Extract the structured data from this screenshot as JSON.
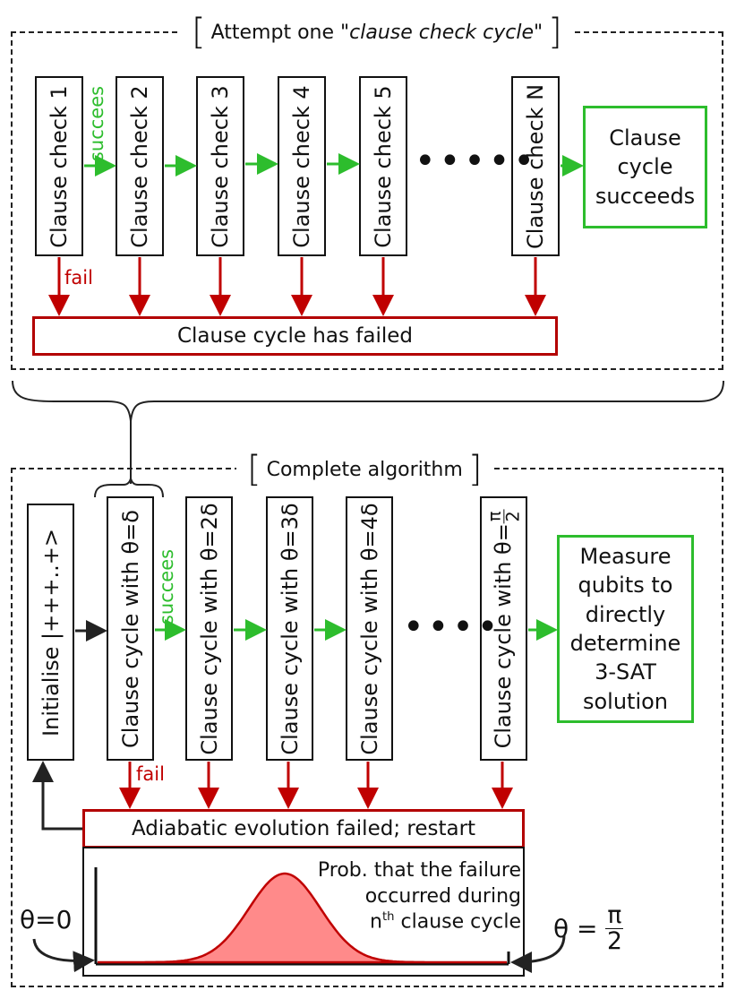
{
  "top_section": {
    "title_prefix": "Attempt one",
    "title_emph": "\"clause check cycle\"",
    "checks": [
      "Clause check 1",
      "Clause check 2",
      "Clause check 3",
      "Clause check 4",
      "Clause check 5",
      "Clause check N"
    ],
    "succeeds_label": "succees",
    "fail_label": "fail",
    "ellipsis": "•••••",
    "success_box": "Clause cycle succeeds",
    "failed_box": "Clause cycle has failed"
  },
  "bottom_section": {
    "title": "Complete algorithm",
    "init_box": "Initialise |+++..+>",
    "cycles": [
      "Clause cycle with θ=δ",
      "Clause cycle with θ=2δ",
      "Clause cycle with θ=3δ",
      "Clause cycle with θ=4δ"
    ],
    "last_cycle_prefix": "Clause cycle with θ=",
    "last_cycle_num": "π",
    "last_cycle_den": "2",
    "succeeds_label": "succees",
    "fail_label": "fail",
    "ellipsis": "••••",
    "success_box": "Measure qubits to directly determine 3-SAT solution",
    "failed_box": "Adiabatic evolution failed; restart",
    "plot": {
      "caption_line1": "Prob. that the failure",
      "caption_line2": "occurred during",
      "caption_line3_sup": "th",
      "caption_line3_n": "n",
      "caption_line3_rest": " clause cycle",
      "left_theta": "θ=0",
      "right_theta_prefix": "θ =",
      "right_theta_num": "π",
      "right_theta_den": "2",
      "curve_color": "#ff8a8a",
      "curve_stroke": "#c00000"
    }
  },
  "colors": {
    "green": "#2dbd2d",
    "red": "#b30000"
  }
}
